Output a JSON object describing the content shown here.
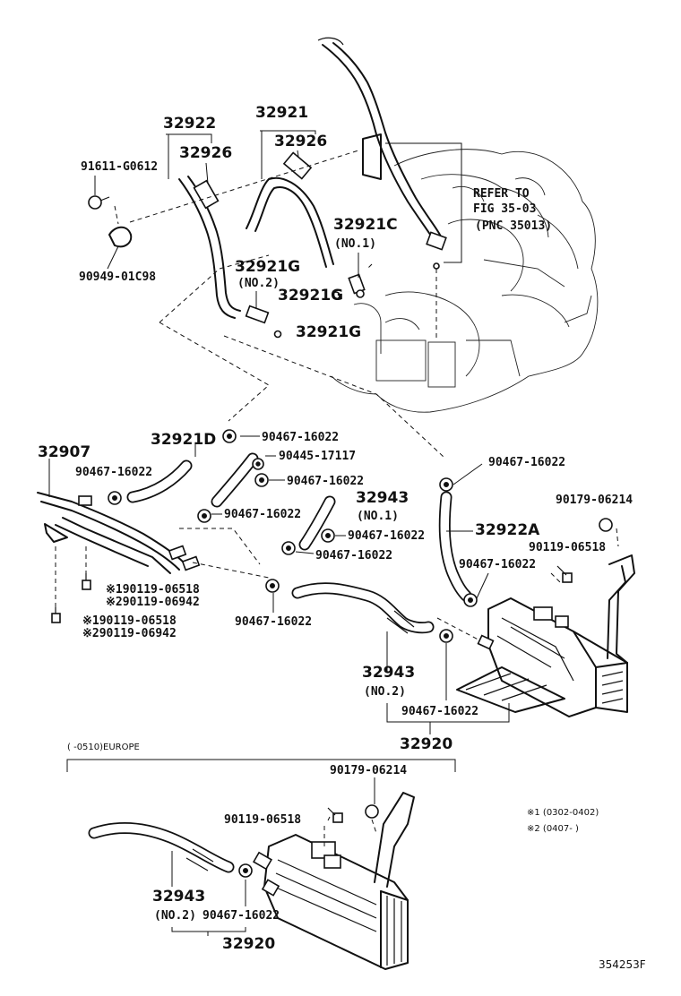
{
  "labels": {
    "p32922": "32922",
    "p32921": "32921",
    "p32926a": "32926",
    "p32926b": "32926",
    "p91611": "91611-G0612",
    "p90949": "90949-01C98",
    "p32921c": "32921C",
    "no1_c": "(NO.1)",
    "p32921g_no2": "32921G",
    "no2_g": "(NO.2)",
    "p32921g_a": "32921G",
    "p32921g_b": "32921G",
    "refer_1": "REFER TO",
    "refer_2": "FIG 35-03",
    "refer_3": "(PNC 35013)",
    "p32921d": "32921D",
    "p32907": "32907",
    "p90467_a": "90467-16022",
    "p90445": "90445-17117",
    "p90467_b": "90467-16022",
    "p90467_c": "90467-16022",
    "p90467_d": "90467-16022",
    "p32943_no1": "32943",
    "no1_43": "(NO.1)",
    "p90467_e": "90467-16022",
    "p90467_f": "90467-16022",
    "p90467_g": "90467-16022",
    "p32922a": "32922A",
    "p90179_a": "90179-06214",
    "p90119_a": "90119-06518",
    "p90467_h": "90467-16022",
    "p90119_s1a": "※190119-06518",
    "p90119_s2a": "※290119-06942",
    "p90119_s1b": "※190119-06518",
    "p90119_s2b": "※290119-06942",
    "p90467_i": "90467-16022",
    "p32943_no2": "32943",
    "no2_43": "(NO.2)",
    "p90467_j": "90467-16022",
    "p32920": "32920",
    "europe": "(      -0510)EUROPE",
    "p90179_b": "90179-06214",
    "p90119_b": "90119-06518",
    "note1": "※1 (0302-0402)",
    "note2": "※2 (0407-        )",
    "p32943_eu": "32943",
    "no2_eu": "(NO.2)",
    "p90467_eu": "90467-16022",
    "p32920_eu": "32920",
    "figure_id": "354253F"
  }
}
